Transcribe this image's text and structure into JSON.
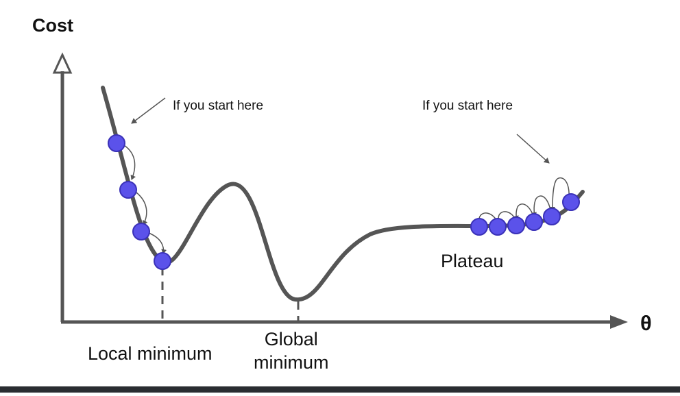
{
  "diagram": {
    "y_axis_label": "Cost",
    "x_axis_label": "θ",
    "annotations": {
      "left_start": "If you start here",
      "right_start": "If you start here"
    },
    "labels": {
      "local_minimum": "Local minimum",
      "global_minimum_line1": "Global",
      "global_minimum_line2": "minimum",
      "plateau": "Plateau"
    },
    "colors": {
      "curve": "#555555",
      "axis": "#555555",
      "ball_fill": "#5b52ea",
      "ball_stroke": "#3a31b8",
      "step_arrow": "#555555",
      "bottom_bar": "#2a2d31"
    }
  }
}
